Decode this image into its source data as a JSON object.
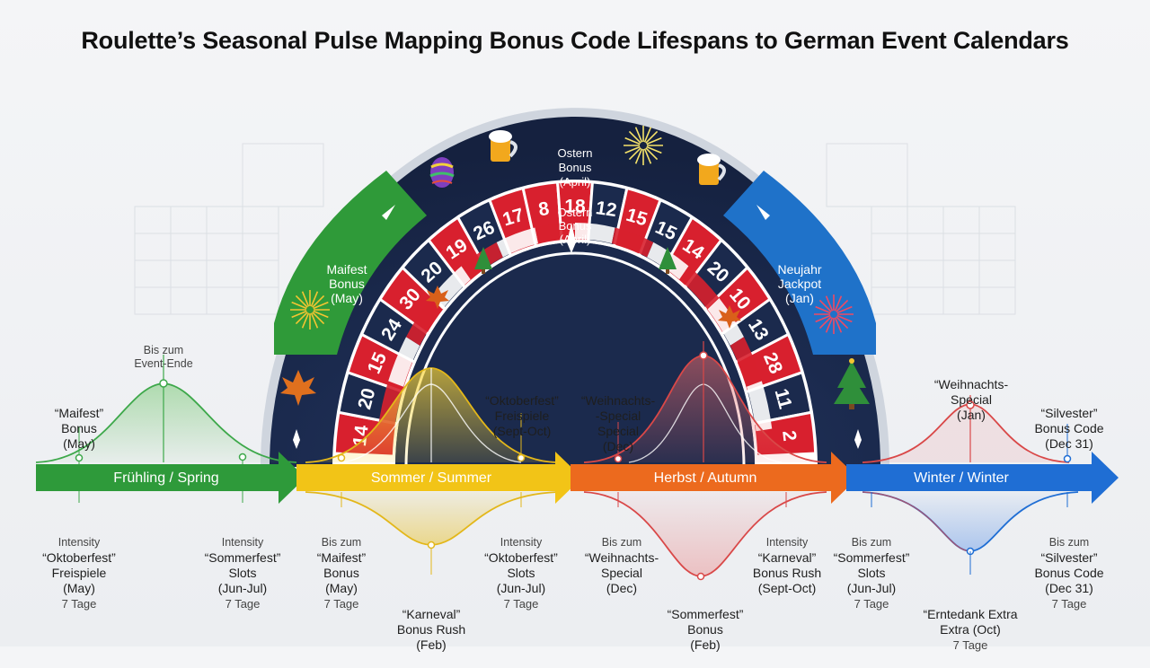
{
  "title": "Roulette’s Seasonal Pulse Mapping Bonus Code Lifespans to German Event Calendars",
  "seasons": [
    {
      "label": "Frühling / Spring",
      "color": "#2e9a3a"
    },
    {
      "label": "Sommer / Summer",
      "color": "#f2c417"
    },
    {
      "label": "Herbst / Autumn",
      "color": "#ec6a1e"
    },
    {
      "label": "Winter / Winter",
      "color": "#1f6ed4"
    }
  ],
  "wheel": {
    "rim_color": "#1c2a4a",
    "left_panel": {
      "name": "Maifest",
      "sub": "Bonus",
      "date": "(May)",
      "color": "#2f9a39"
    },
    "right_panel": {
      "name": "Neujahr",
      "sub": "Jackpot",
      "date": "(Jan)",
      "color": "#1f72c9"
    },
    "top_outer": {
      "name": "Ostern",
      "sub": "Bonus",
      "date": "(April)"
    },
    "top_inner": {
      "name": "Ostern",
      "sub": "Bonus",
      "date": "(April)"
    },
    "numbers": [
      "14",
      "20",
      "15",
      "24",
      "30",
      "20",
      "19",
      "26",
      "17",
      "8",
      "18",
      "12",
      "15",
      "15",
      "14",
      "20",
      "10",
      "13",
      "28",
      "11",
      "2"
    ],
    "icons": [
      "easter-egg-icon",
      "beer-mug-icon",
      "fireworks-icon",
      "beer-mug-icon",
      "christmas-tree-icon",
      "maple-leaf-icon",
      "fireworks-icon",
      "christmas-tree-icon",
      "maple-leaf-icon"
    ]
  },
  "peaks_above": [
    {
      "name": "“Maifest”",
      "sub": "Bonus",
      "date": "(May)"
    },
    {
      "name": "Bis zum",
      "sub": "Event-Ende"
    },
    {
      "name": "“Oktoberfest”",
      "sub": "Freispiele",
      "date": "(Sept-Oct)"
    },
    {
      "name": "“Weihnachts-",
      "sub": "-Special",
      "sub2": "Special",
      "date": "(Dec)"
    },
    {
      "name": "“Weihnachts-",
      "sub": "Special",
      "date": "(Jan)"
    },
    {
      "name": "“Silvester”",
      "sub": "Bonus Code",
      "date": "(Dec 31)"
    }
  ],
  "labels_below": [
    {
      "pre": "Intensity",
      "name": "“Oktoberfest”",
      "sub": "Freispiele",
      "date": "(May)",
      "dur": "7 Tage"
    },
    {
      "pre": "Intensity",
      "name": "“Sommerfest”",
      "sub": "Slots",
      "date": "(Jun-Jul)",
      "dur": "7 Tage"
    },
    {
      "pre": "Bis zum",
      "name": "“Maifest”",
      "sub": "Bonus",
      "date": "(May)",
      "dur": "7 Tage"
    },
    {
      "pre": "Intensity",
      "name": "“Oktoberfest”",
      "sub": "Slots",
      "date": "(Jun-Jul)",
      "dur": "7 Tage"
    },
    {
      "pre": "Bis zum",
      "name": "“Weihnachts-",
      "sub": "Special",
      "date": "(Dec)",
      "dur": ""
    },
    {
      "pre": "Intensity",
      "name": "“Karneval”",
      "sub": "Bonus Rush",
      "date": "(Sept-Oct)",
      "dur": ""
    },
    {
      "pre": "Bis zum",
      "name": "“Sommerfest”",
      "sub": "Slots",
      "date": "(Jun-Jul)",
      "dur": "7 Tage"
    },
    {
      "pre": "Bis zum",
      "name": "“Silvester”",
      "sub": "Bonus Code",
      "date": "(Dec 31)",
      "dur": "7 Tage"
    }
  ],
  "dips_below": [
    {
      "name": "“Karneval”",
      "sub": "Bonus Rush",
      "date": "(Feb)"
    },
    {
      "name": "“Sommerfest”",
      "sub": "Bonus",
      "date": "(Feb)"
    },
    {
      "name": "“Erntedank Extra",
      "sub": "Extra (Oct)",
      "date": "7 Tage"
    }
  ]
}
